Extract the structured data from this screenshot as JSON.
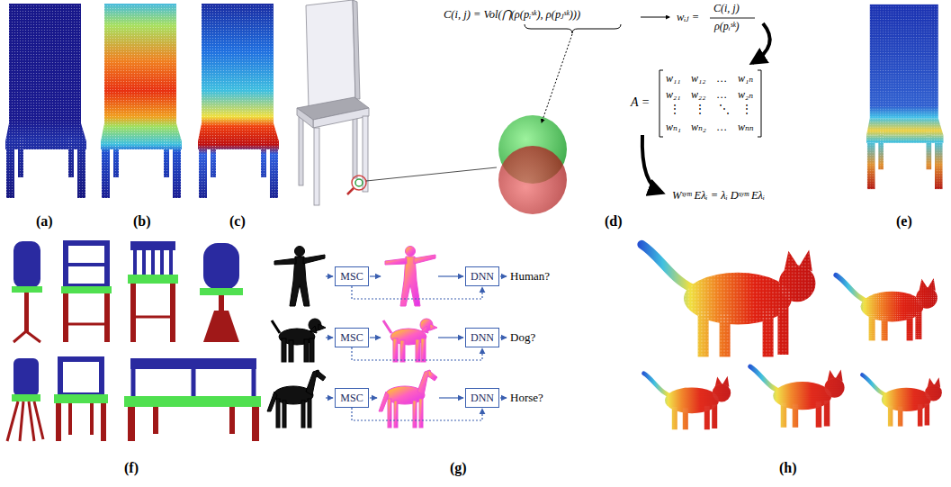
{
  "diagram": {
    "nodes": [
      {
        "text": [
          "MSC"
        ]
      },
      {
        "text": [
          "DNN"
        ]
      },
      {
        "text": [
          "MSC"
        ]
      },
      {
        "text": [
          "DNN"
        ]
      },
      {
        "text": [
          "MSC"
        ]
      },
      {
        "text": [
          "DNN"
        ]
      }
    ],
    "edges": [
      {
        "from": 0,
        "to": 1,
        "arrow": "to"
      },
      {
        "from": 2,
        "to": 3,
        "arrow": "to"
      },
      {
        "from": 4,
        "to": 5,
        "arrow": "to"
      }
    ],
    "labels": [
      "(a)",
      "(b)",
      "(c)",
      "C(i, j) = Vol(⋂(ρ(pᵢˢᵏ), ρ(pⱼˢᵏ)))",
      "wᵢⱼ =",
      "C(i, j)",
      "ρ(pᵢˢᵏ)",
      "A =",
      "w₁₁",
      "w₁₂",
      "…",
      "w₁ₙ",
      "w₂₁",
      "w₂₂",
      "…",
      "w₂ₙ",
      "⋮",
      "⋮",
      "⋱",
      "⋮",
      "wₙ₁",
      "wₙ₂",
      "…",
      "wₙₙ",
      "Wˢʸᵐ Eλᵢ = λᵢ Dˢʸᵐ Eλᵢ",
      "(d)",
      "(e)",
      "(f)",
      "(g)",
      "(h)",
      "Human?",
      "Dog?",
      "Horse?"
    ]
  }
}
